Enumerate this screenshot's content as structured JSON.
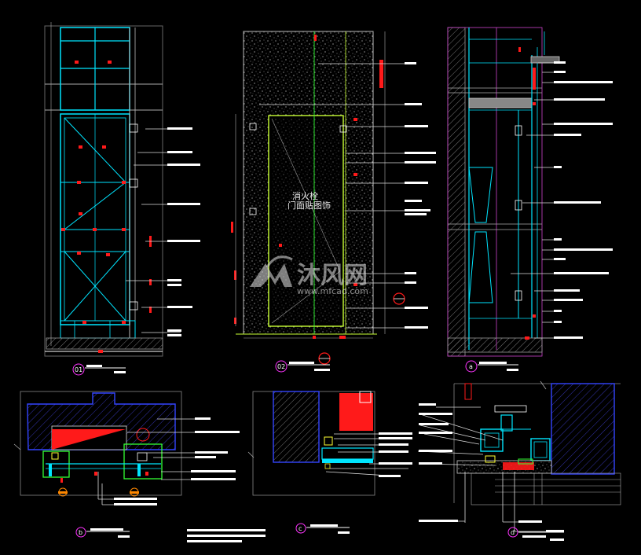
{
  "drawing": {
    "door_label_line1": "消火栓",
    "door_label_line2": "门面贴图饰",
    "marker_1": "01",
    "marker_2": "02",
    "marker_3": "a",
    "marker_4": "b",
    "marker_5": "c",
    "marker_6": "d"
  },
  "watermark": {
    "brand": "沐风网",
    "url": "www.mfcad.com",
    "logo": "mf-logo-icon"
  },
  "colors": {
    "background": "#000000",
    "cyan": "#00e5ff",
    "white": "#ffffff",
    "red": "#ff1a1a",
    "green": "#33ff33",
    "yellow": "#ffff33",
    "blue": "#3333ff",
    "magenta": "#ff33ff"
  }
}
